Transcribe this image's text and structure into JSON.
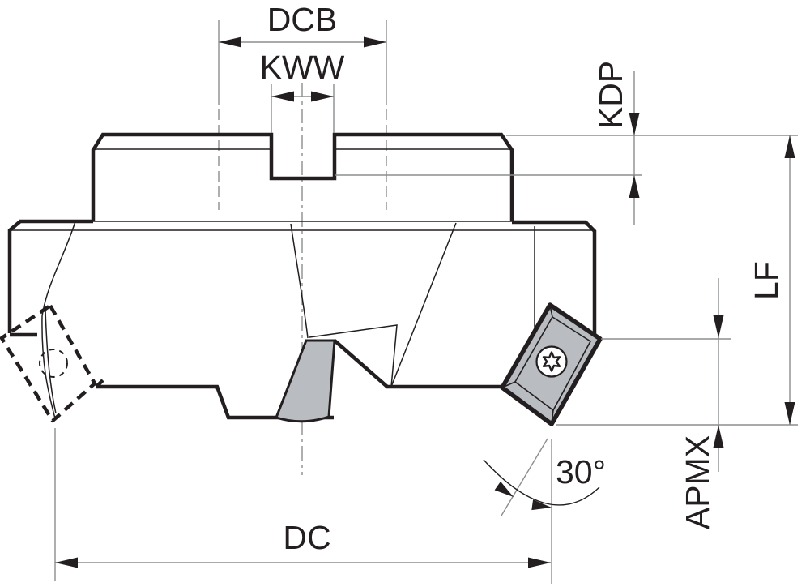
{
  "drawing": {
    "description": "Technical line drawing of a 30-degree face milling cutter with indexable inserts, side elevation with dimension callouts",
    "labels": {
      "dcb": "DCB",
      "kww": "KWW",
      "kdp": "KDP",
      "lf": "LF",
      "apmx": "APMX",
      "dc": "DC",
      "angle": "30°"
    },
    "angle_value_deg": 30,
    "colors": {
      "object_line": "#231f20",
      "dimension_line": "#8b8d90",
      "insert_fill": "#b9bcc0",
      "background": "#ffffff"
    }
  }
}
